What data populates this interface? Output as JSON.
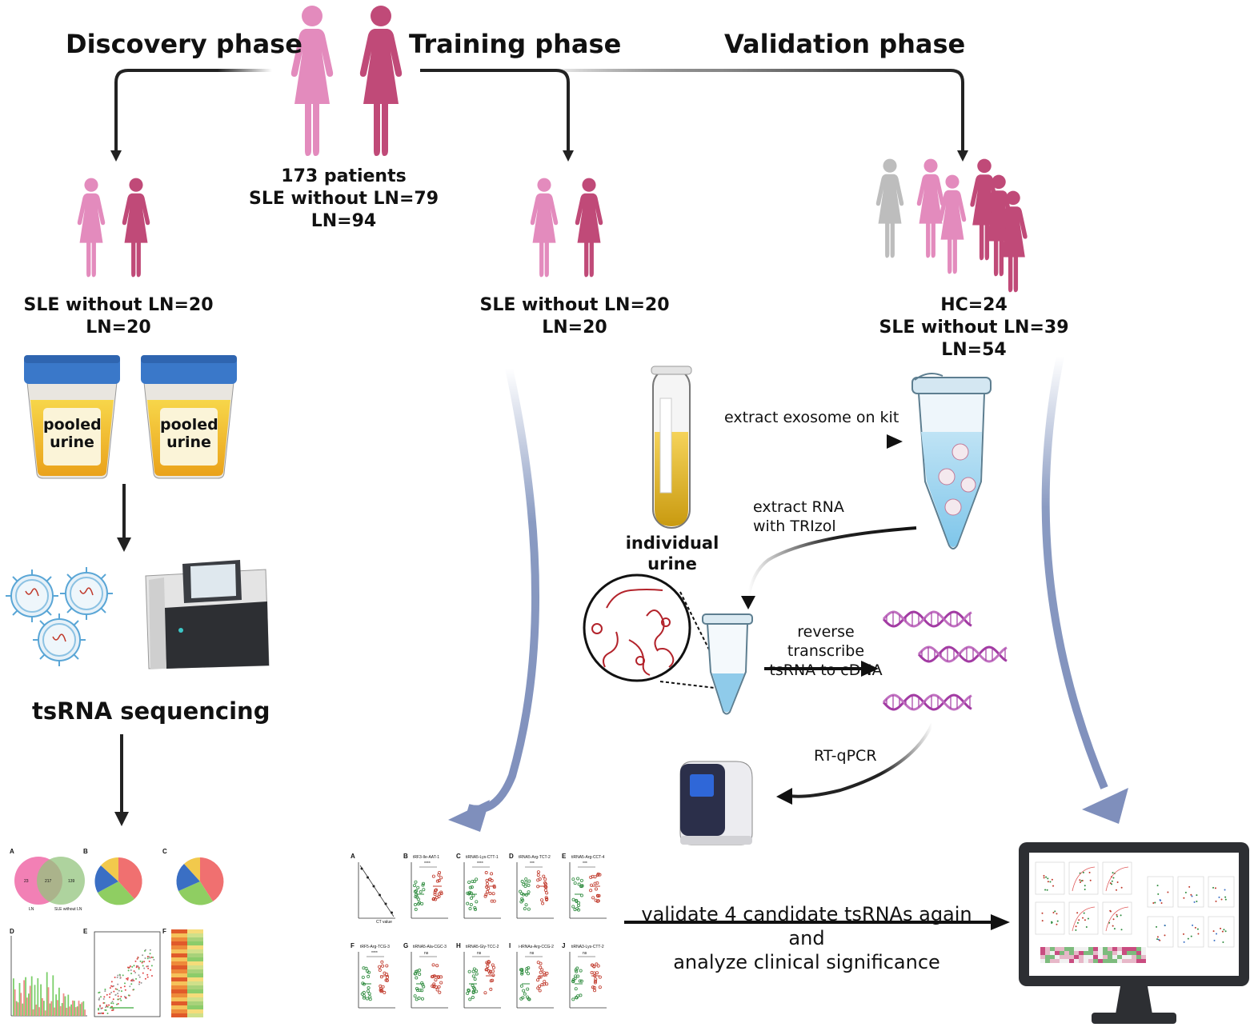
{
  "phases": {
    "discovery": "Discovery phase",
    "training": "Training phase",
    "validation": "Validation phase"
  },
  "cohort": {
    "line1": "173 patients",
    "line2": "SLE without LN=79",
    "line3": "LN=94"
  },
  "discovery_group": {
    "line1": "SLE without LN=20",
    "line2": "LN=20"
  },
  "training_group": {
    "line1": "SLE without LN=20",
    "line2": "LN=20"
  },
  "validation_group": {
    "line1": "HC=24",
    "line2": "SLE without LN=39",
    "line3": "LN=54"
  },
  "cups": {
    "left": [
      "pooled",
      "urine"
    ],
    "right": [
      "pooled",
      "urine"
    ]
  },
  "steps": {
    "sequencing": "tsRNA sequencing",
    "extract_exosome": "extract exosome on kit",
    "extract_rna": [
      "extract RNA",
      "with TRIzol"
    ],
    "individual_urine": [
      "individual",
      "urine"
    ],
    "reverse_transcribe": [
      "reverse transcribe",
      "tsRNA to cDNA"
    ],
    "rtqpcr": "RT-qPCR",
    "validate": [
      "validate 4 candidate tsRNAs again  and",
      "analyze  clinical significance"
    ]
  },
  "seq_panels": {
    "letters": [
      "A",
      "B",
      "C",
      "D",
      "E",
      "F"
    ],
    "venn": {
      "left": "LN",
      "right": "SLE without LN",
      "a": "23",
      "ab": "217",
      "b": "139"
    }
  },
  "qpcr_panels": {
    "letters": [
      "A",
      "B",
      "C",
      "D",
      "E",
      "F",
      "G",
      "H",
      "I",
      "J"
    ],
    "titles": [
      "",
      "tRF3-Ile-AAT-1",
      "tiRNA5-Lys-CTT-1",
      "tRNA5-Arg-TCT-2",
      "tiRNA5-Arg-CCT-4",
      "tRF5-Arg-TCG-3",
      "tiRNA5-Ala-CGC-3",
      "tiRNA5-Gly-TCC-2",
      "i-tRNAs-Arg-CCG-2",
      "tiRNA3-Lys-CTT-2"
    ],
    "signif": [
      "",
      "****",
      "****",
      "***",
      "***",
      "****",
      "ns",
      "ns",
      "ns",
      "ns"
    ],
    "axis_x": "CT value"
  },
  "colors": {
    "pink_light": "#e38bbd",
    "pink_dark": "#c04a78",
    "grey": "#bdbdbd",
    "blue_arrow": "#8a9bc2",
    "dna": "#a23ba3",
    "urine": "#f3c623",
    "cup_lid": "#3a78c9"
  }
}
